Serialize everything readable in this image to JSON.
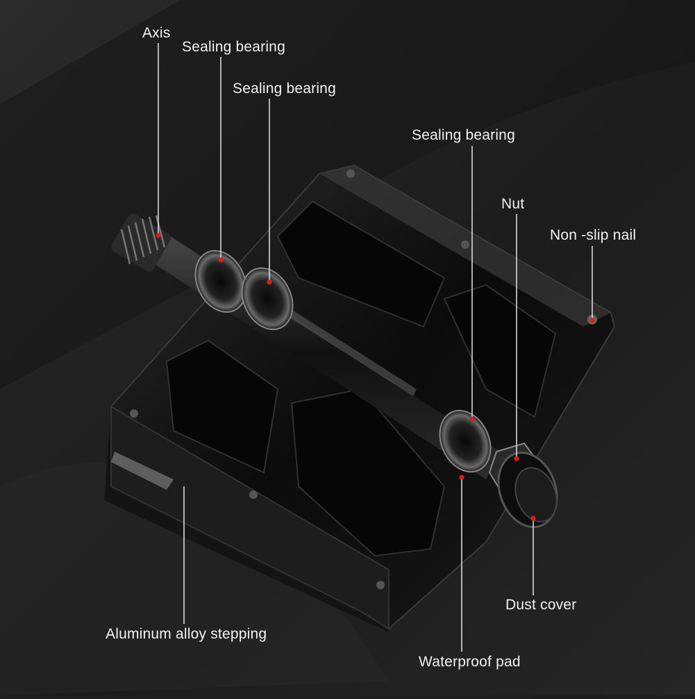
{
  "labels": {
    "axis": "Axis",
    "sealing_bearing_1": "Sealing bearing",
    "sealing_bearing_2": "Sealing bearing",
    "sealing_bearing_3": "Sealing bearing",
    "nut": "Nut",
    "non_slip_nail": "Non -slip nail",
    "dust_cover": "Dust cover",
    "aluminum_alloy_stepping": "Aluminum alloy stepping",
    "waterproof_pad": "Waterproof pad"
  },
  "colors": {
    "background": "#1e1e1e",
    "label_text": "#f2f2f2",
    "leader_line": "#d9d9d9",
    "marker_dot": "#e01a1a"
  }
}
